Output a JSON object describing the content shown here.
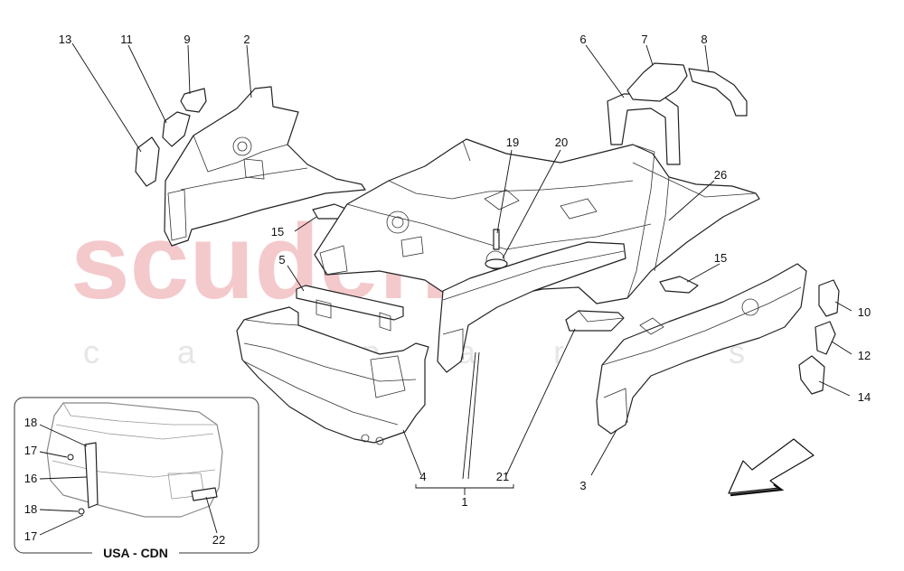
{
  "watermark": {
    "brand": "scuderia",
    "sub": "c a r p a r t s",
    "color": "#f4c9cc"
  },
  "callouts": {
    "c13": "13",
    "c11": "11",
    "c9": "9",
    "c2": "2",
    "c6": "6",
    "c7": "7",
    "c8": "8",
    "c19": "19",
    "c20": "20",
    "c26": "26",
    "c15a": "15",
    "c15b": "15",
    "c5": "5",
    "c10": "10",
    "c12": "12",
    "c14": "14",
    "c3": "3",
    "c4": "4",
    "c21": "21",
    "c1": "1"
  },
  "inset": {
    "title": "USA - CDN",
    "labels": {
      "i18a": "18",
      "i17a": "17",
      "i16": "16",
      "i18b": "18",
      "i17b": "17",
      "i22": "22"
    }
  },
  "direction_arrow": {
    "icon": "front-direction-arrow-icon"
  }
}
